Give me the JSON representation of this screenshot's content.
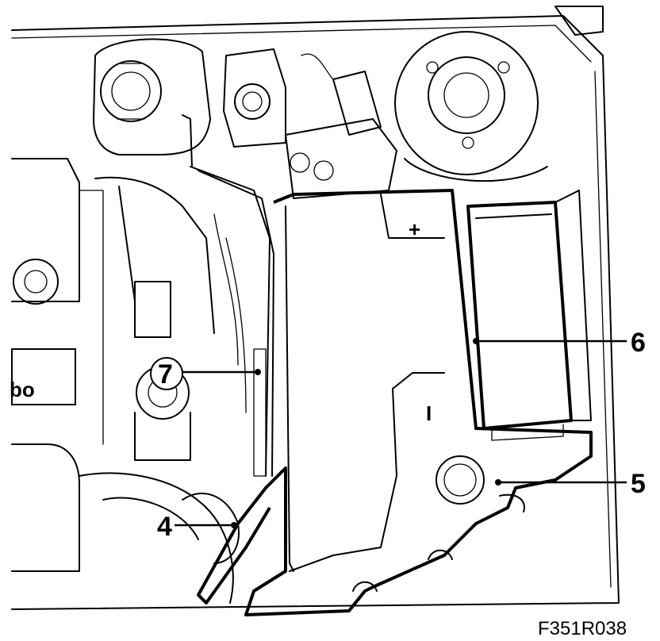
{
  "figure_id": "F351R038",
  "engine_badge_text": "bo",
  "battery": {
    "positive_mark": "+",
    "negative_mark": "I"
  },
  "callouts": [
    {
      "id": "4",
      "label": "4"
    },
    {
      "id": "5",
      "label": "5"
    },
    {
      "id": "6",
      "label": "6"
    },
    {
      "id": "7",
      "label": "7"
    }
  ]
}
